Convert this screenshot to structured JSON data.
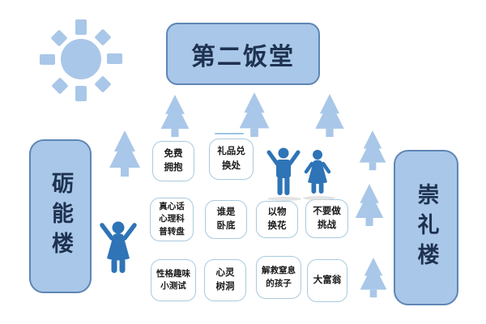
{
  "colors": {
    "shape_fill": "#a9c7e8",
    "shape_border": "#5e86b5",
    "dark_text": "#1e3250",
    "person_blue": "#2e74b6",
    "box_border": "#a9cade",
    "box_text": "#1a1a1a",
    "bg": "#ffffff"
  },
  "map": {
    "canteen": "第二饭堂",
    "building_left": "砺能楼",
    "building_right": "崇礼楼",
    "activities": [
      "免费\n拥抱",
      "礼品兑\n换处",
      "真心话\n心理科\n普转盘",
      "谁是\n卧底",
      "以物\n换花",
      "不要做\n挑战",
      "性格趣味\n小测试",
      "心灵\n树洞",
      "解救窒息\n的孩子",
      "大富翁"
    ]
  }
}
